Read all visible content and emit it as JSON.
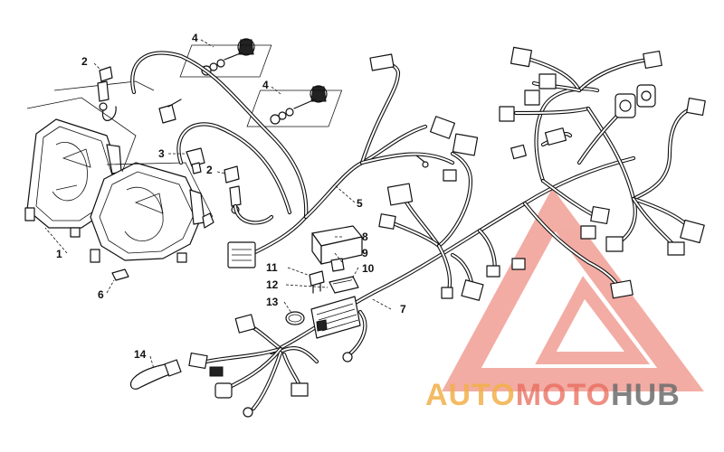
{
  "callouts": [
    {
      "id": "c1",
      "label": "1"
    },
    {
      "id": "c2a",
      "label": "2"
    },
    {
      "id": "c2b",
      "label": "2"
    },
    {
      "id": "c3",
      "label": "3"
    },
    {
      "id": "c4a",
      "label": "4"
    },
    {
      "id": "c4b",
      "label": "4"
    },
    {
      "id": "c5",
      "label": "5"
    },
    {
      "id": "c6",
      "label": "6"
    },
    {
      "id": "c7",
      "label": "7"
    },
    {
      "id": "c8",
      "label": "8"
    },
    {
      "id": "c9",
      "label": "9"
    },
    {
      "id": "c10",
      "label": "10"
    },
    {
      "id": "c11",
      "label": "11"
    },
    {
      "id": "c12",
      "label": "12"
    },
    {
      "id": "c13",
      "label": "13"
    },
    {
      "id": "c14",
      "label": "14"
    }
  ],
  "watermark": {
    "part1": "AUTO",
    "part2": "MOTO",
    "part3": "HUB",
    "color_orange": "#f2b04a",
    "color_red": "#e86a5a",
    "color_gray": "#6d6d6d"
  }
}
